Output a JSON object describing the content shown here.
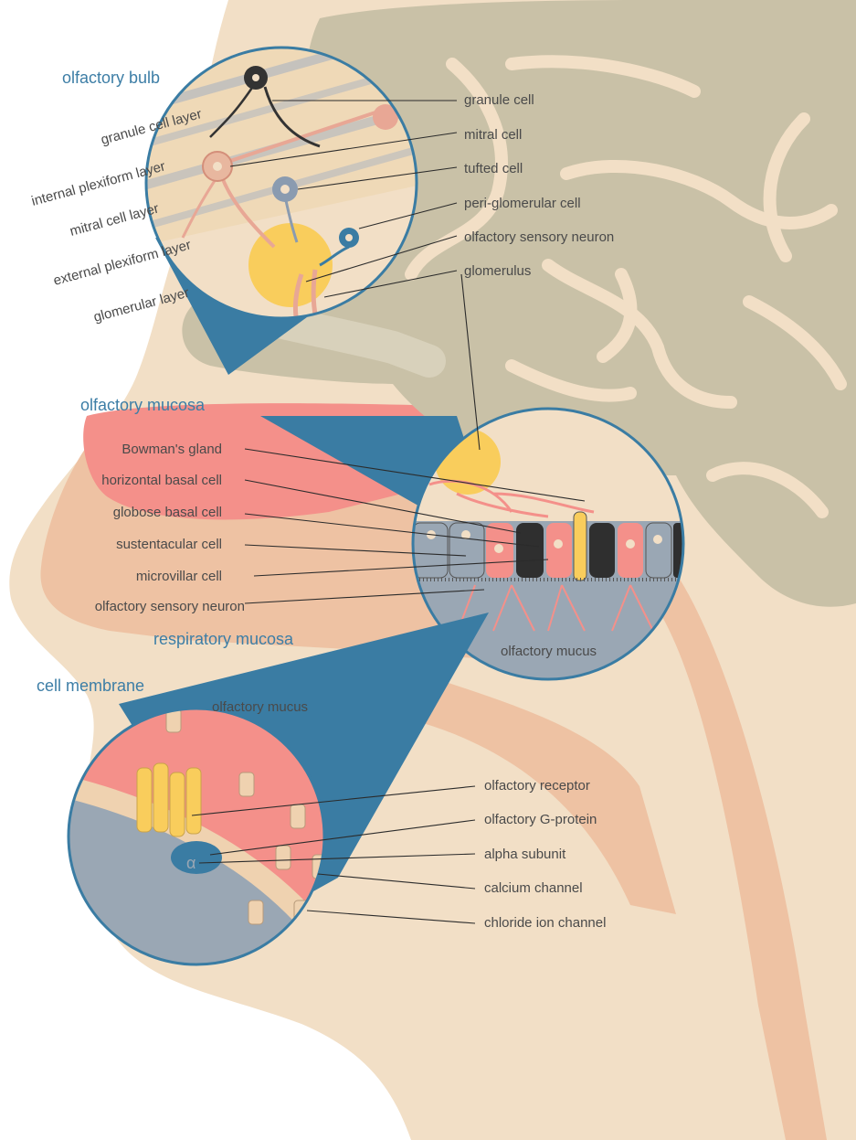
{
  "colors": {
    "skin": "#f2dfc6",
    "brain": "#c9c1a7",
    "brain_fold": "#f2dfc6",
    "teal": "#3a7ca3",
    "salmon": "#f4908a",
    "peach": "#eec2a3",
    "mucus": "#9aa7b4",
    "yellow": "#f9cd5c",
    "text": "#4a4a4a",
    "heading": "#3d7ea6"
  },
  "sections": {
    "olfactory_bulb": "olfactory bulb",
    "olfactory_mucosa": "olfactory mucosa",
    "respiratory_mucosa": "respiratory mucosa",
    "cell_membrane": "cell membrane"
  },
  "bulb_layers": [
    "granule cell layer",
    "internal plexiform layer",
    "mitral cell layer",
    "external plexiform layer",
    "glomerular layer"
  ],
  "bulb_labels": [
    "granule cell",
    "mitral cell",
    "tufted cell",
    "peri-glomerular cell",
    "olfactory sensory neuron",
    "glomerulus"
  ],
  "mucosa_labels": [
    "Bowman's gland",
    "horizontal basal cell",
    "globose basal cell",
    "sustentacular cell",
    "microvillar cell",
    "olfactory sensory neuron"
  ],
  "mucosa_inner": {
    "olfactory_mucus": "olfactory mucus"
  },
  "membrane_inner": {
    "olfactory_mucus": "olfactory mucus",
    "alpha_symbol": "α"
  },
  "membrane_labels": [
    "olfactory receptor",
    "olfactory G-protein",
    "alpha subunit",
    "calcium channel",
    "chloride ion channel"
  ]
}
